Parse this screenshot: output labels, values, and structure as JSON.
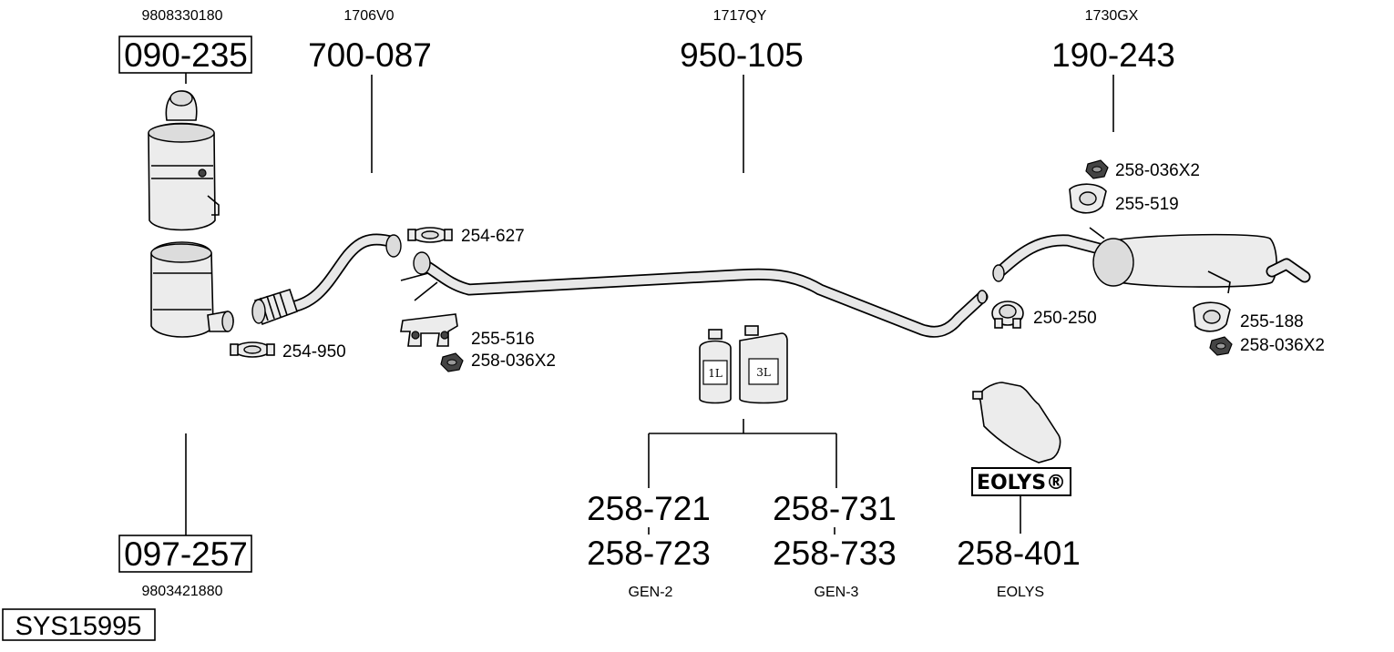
{
  "diagram": {
    "system_code": "SYS15995",
    "groups": {
      "cat_top": {
        "oe": "9808330180",
        "part": "090-235"
      },
      "cat_bottom": {
        "oe": "9803421880",
        "part": "097-257"
      },
      "front_pipe": {
        "oe": "1706V0",
        "part": "700-087"
      },
      "mid_pipe": {
        "oe": "1717QY",
        "part": "950-105"
      },
      "rear_silencer": {
        "oe": "1730GX",
        "part": "190-243"
      },
      "additive_left": {
        "part_a": "258-721",
        "part_b": "258-723",
        "sub": "GEN-2"
      },
      "additive_right": {
        "part_a": "258-731",
        "part_b": "258-733",
        "sub": "GEN-3"
      },
      "eolys": {
        "part": "258-401",
        "sub": "EOLYS",
        "logo": "EOLYS®"
      }
    },
    "small_parts": {
      "clamp_254_950": "254-950",
      "clamp_254_627": "254-627",
      "hanger_255_516": "255-516",
      "nut_258_036_a": "258-036X2",
      "nut_258_036_b": "258-036X2",
      "hanger_255_519": "255-519",
      "clamp_250_250": "250-250",
      "hanger_255_188": "255-188",
      "nut_258_036_c": "258-036X2"
    },
    "bottles": {
      "small": "1L",
      "large": "3L"
    }
  }
}
